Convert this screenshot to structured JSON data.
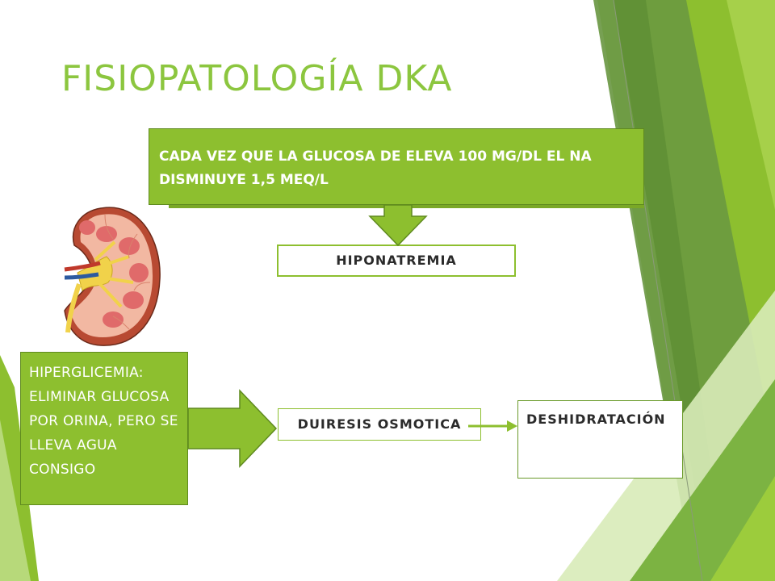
{
  "slide": {
    "title": "FISIOPATOLOGÍA DKA",
    "top_box": "CADA VEZ QUE LA GLUCOSA DE ELEVA 100 MG/DL EL NA DISMINUYE 1,5 MEQ/L",
    "hiponatremia": "HIPONATREMIA",
    "left_box": "HIPERGLICEMIA: ELIMINAR GLUCOSA POR ORINA, PERO SE LLEVA  AGUA CONSIGO",
    "duiresis": "DUIRESIS OSMOTICA",
    "deshidratacion": "DESHIDRATACIÓN"
  },
  "colors": {
    "title": "#8cc63f",
    "box_green": "#8dbf2f",
    "arrow_green": "#8dbf2f",
    "dark_green": "#5f8a1f"
  },
  "icons": {
    "kidney": "kidney-illustration"
  }
}
